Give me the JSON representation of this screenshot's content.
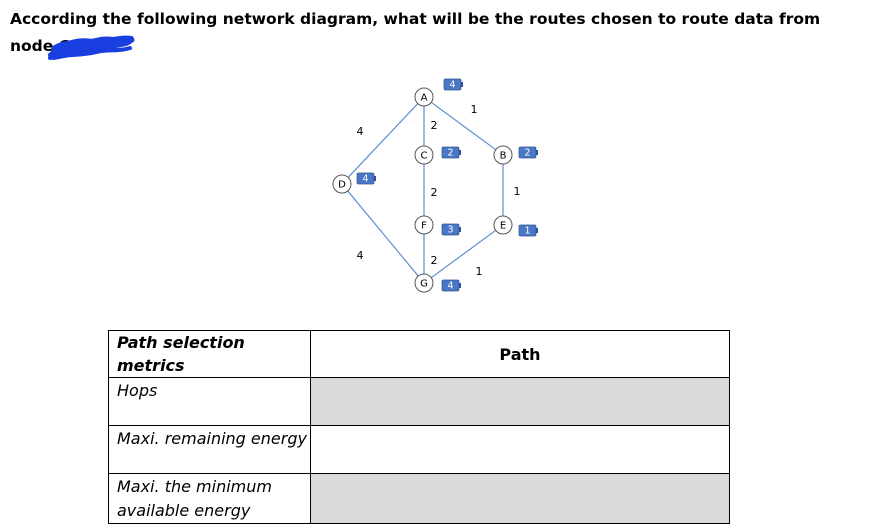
{
  "question": {
    "text": "According the following network diagram, what will be the routes chosen to route data from node G to A:"
  },
  "diagram": {
    "nodes": [
      {
        "id": "A",
        "label": "A",
        "energy": "4"
      },
      {
        "id": "B",
        "label": "B",
        "energy": "2"
      },
      {
        "id": "C",
        "label": "C",
        "energy": "2"
      },
      {
        "id": "D",
        "label": "D",
        "energy": "4"
      },
      {
        "id": "E",
        "label": "E",
        "energy": "1"
      },
      {
        "id": "F",
        "label": "F",
        "energy": "3"
      },
      {
        "id": "G",
        "label": "G",
        "energy": "4"
      }
    ],
    "edges": [
      {
        "from": "A",
        "to": "C",
        "weight": "2"
      },
      {
        "from": "A",
        "to": "D",
        "weight": "4"
      },
      {
        "from": "A",
        "to": "B",
        "weight": "1"
      },
      {
        "from": "C",
        "to": "F",
        "weight": "2"
      },
      {
        "from": "F",
        "to": "G",
        "weight": "2"
      },
      {
        "from": "D",
        "to": "G",
        "weight": "4"
      },
      {
        "from": "B",
        "to": "E",
        "weight": "1"
      },
      {
        "from": "E",
        "to": "G",
        "weight": "1"
      }
    ]
  },
  "table": {
    "header_metric": "Path selection metrics",
    "header_path": "Path",
    "rows": [
      {
        "metric": "Hops",
        "path": ""
      },
      {
        "metric": "Maxi. remaining energy",
        "path": ""
      },
      {
        "metric": "Maxi. the minimum available energy",
        "path": ""
      }
    ]
  }
}
